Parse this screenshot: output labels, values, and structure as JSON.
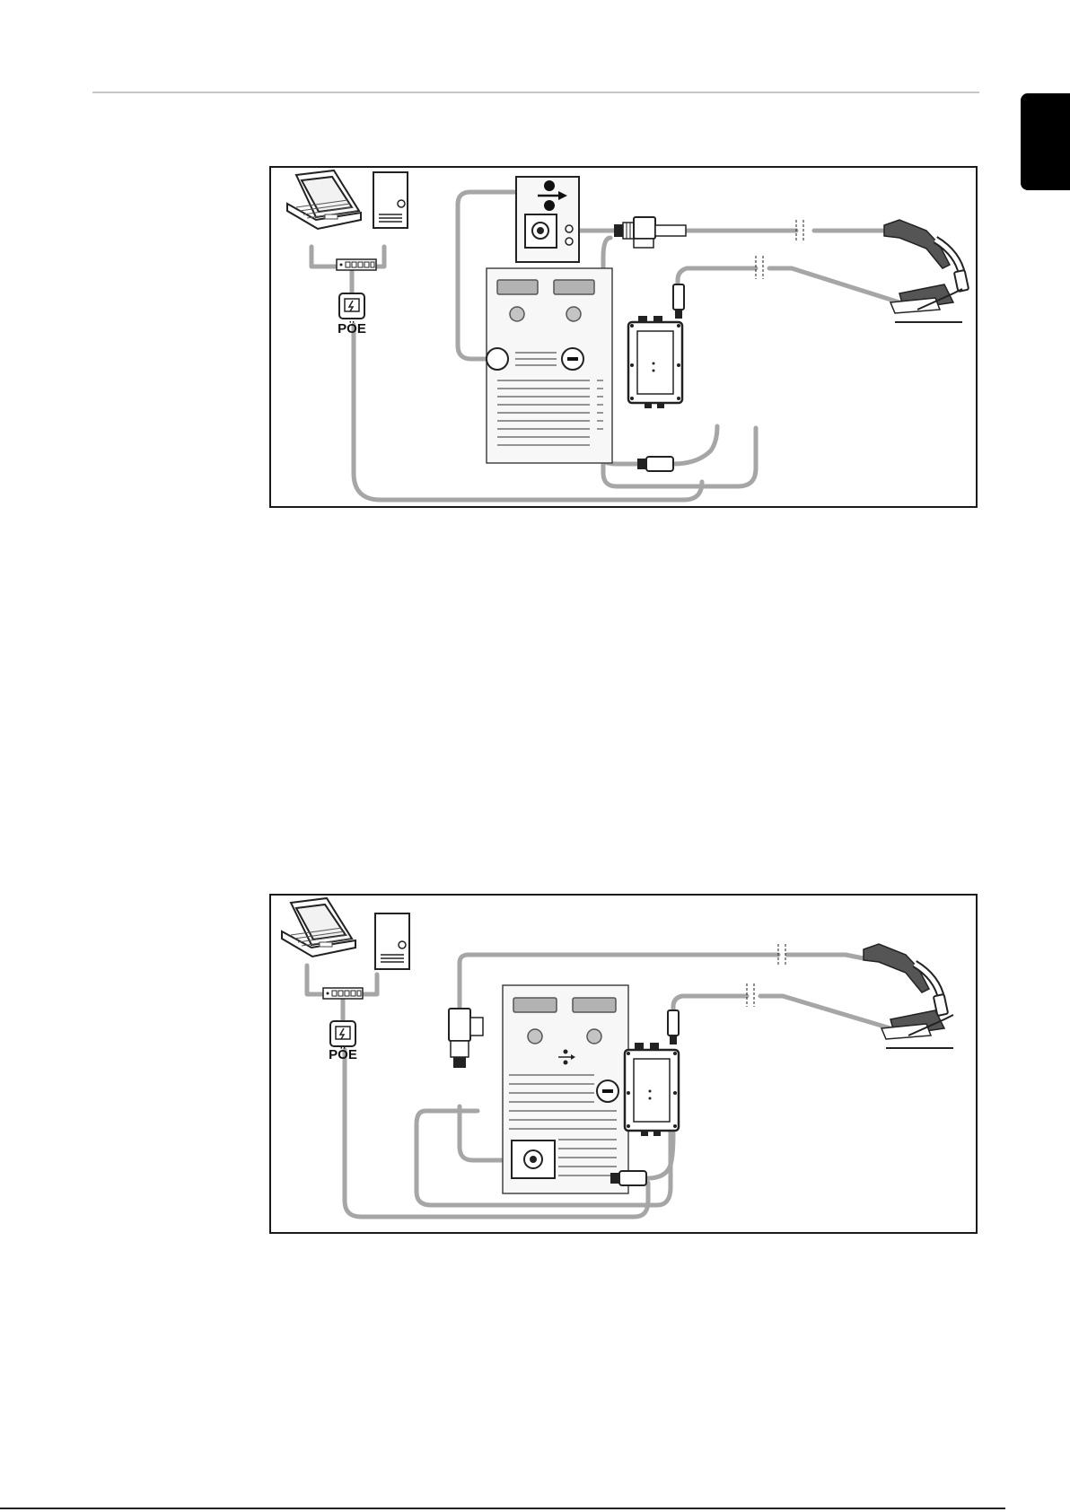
{
  "figures": [
    {
      "id": "connection-diagram-1",
      "poe_label": "PÖE"
    },
    {
      "id": "connection-diagram-2",
      "poe_label": "PÖE"
    }
  ],
  "colors": {
    "cable": "#a6a6a6",
    "outline": "#222222",
    "panel": "#f7f7f7",
    "button": "#b3b3b3",
    "tab": "#000000"
  }
}
